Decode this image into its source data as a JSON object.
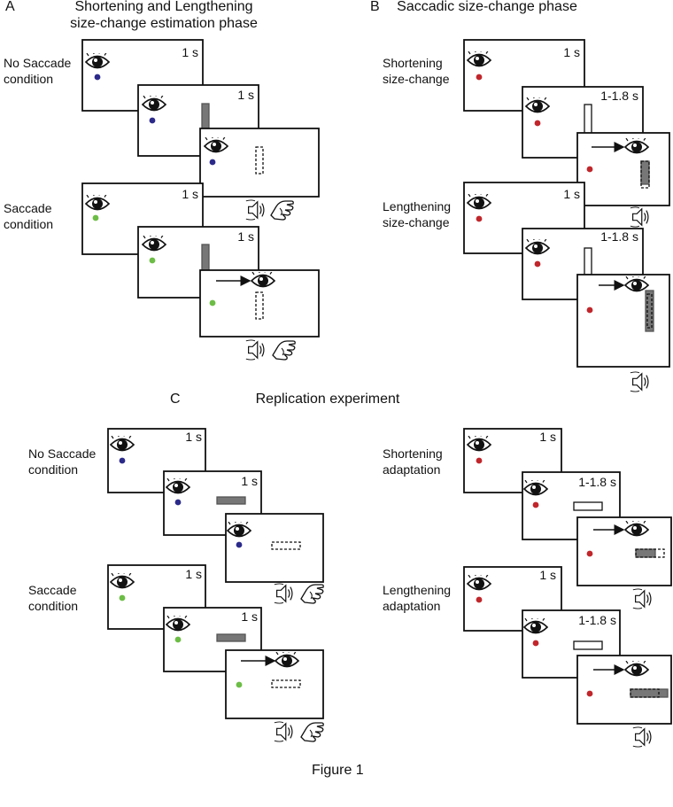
{
  "panel_A": {
    "letter": "A",
    "title_line1": "Shortening and Lengthening",
    "title_line2": "size-change estimation phase",
    "no_saccade_label": [
      "No Saccade",
      "condition"
    ],
    "saccade_label": [
      "Saccade",
      "condition"
    ],
    "frame1_duration": "1 s",
    "frame2_duration": "1 s"
  },
  "panel_B": {
    "letter": "B",
    "title": "Saccadic size-change phase",
    "shortening_label": [
      "Shortening",
      "size-change"
    ],
    "lengthening_label": [
      "Lengthening",
      "size-change"
    ],
    "frame1_duration": "1 s",
    "frame2_duration": "1-1.8 s"
  },
  "panel_C": {
    "letter": "C",
    "title": "Replication experiment",
    "no_saccade_label": [
      "No Saccade",
      "condition"
    ],
    "saccade_label": [
      "Saccade",
      "condition"
    ],
    "shortening_label": [
      "Shortening",
      "adaptation"
    ],
    "lengthening_label": [
      "Lengthening",
      "adaptation"
    ],
    "frame1_duration": "1 s",
    "fixed_frame2_duration": "1 s",
    "adapt_frame2_duration": "1-1.8 s"
  },
  "caption": "Figure 1",
  "colors": {
    "no_saccade_dot": "#2b2a8a",
    "saccade_dot": "#6cbd45",
    "adaptation_dot": "#c0262b",
    "bar_fill": "#777777",
    "frame_stroke": "#111111"
  },
  "icons": [
    "eye-icon",
    "speaker-icon",
    "hand-icon",
    "arrow-icon"
  ]
}
